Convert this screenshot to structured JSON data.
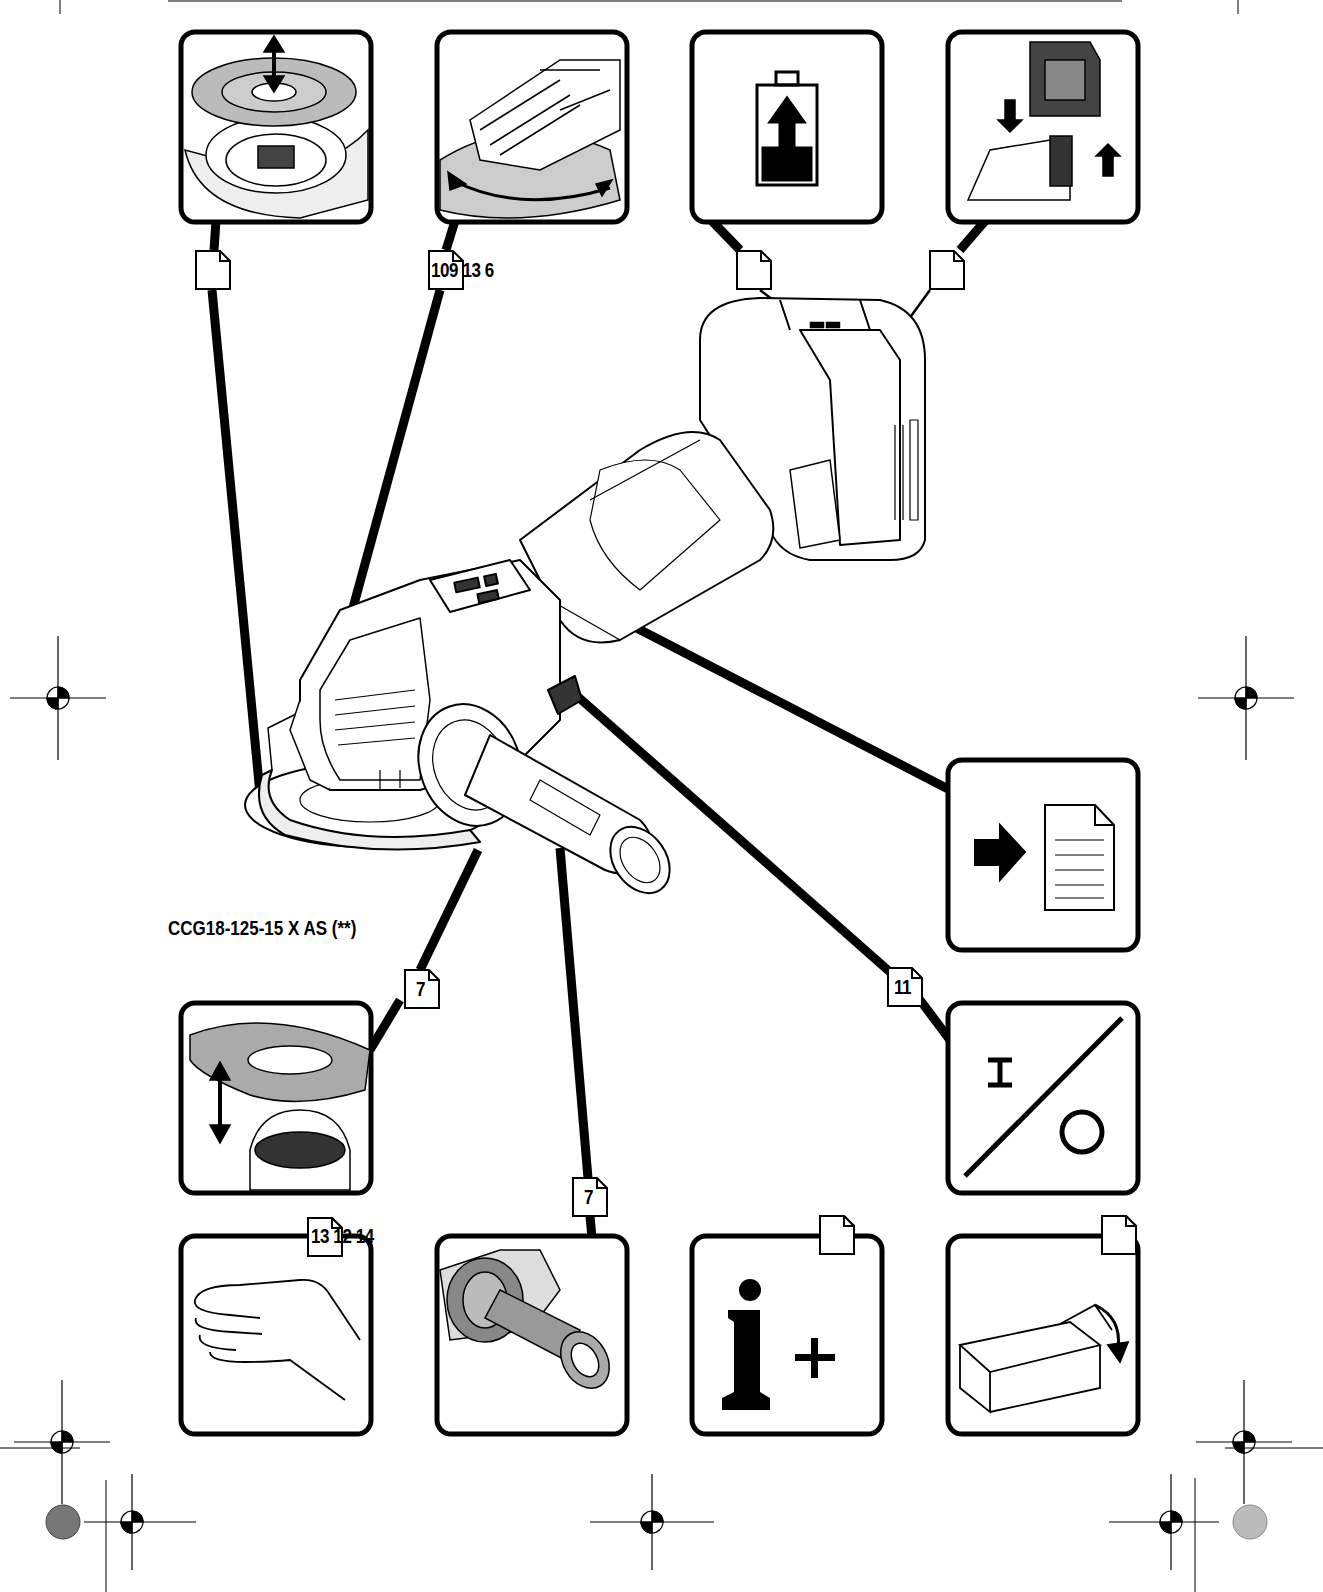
{
  "diagram": {
    "nodes": [
      {
        "text": [
          "109 13 6"
        ]
      },
      {
        "text": [
          "7"
        ]
      },
      {
        "text": [
          "11"
        ]
      },
      {
        "text": [
          "13 12 14"
        ]
      },
      {
        "text": [
          "7"
        ]
      }
    ],
    "labels": [
      "CCG18-125-15 X AS (**)"
    ]
  }
}
